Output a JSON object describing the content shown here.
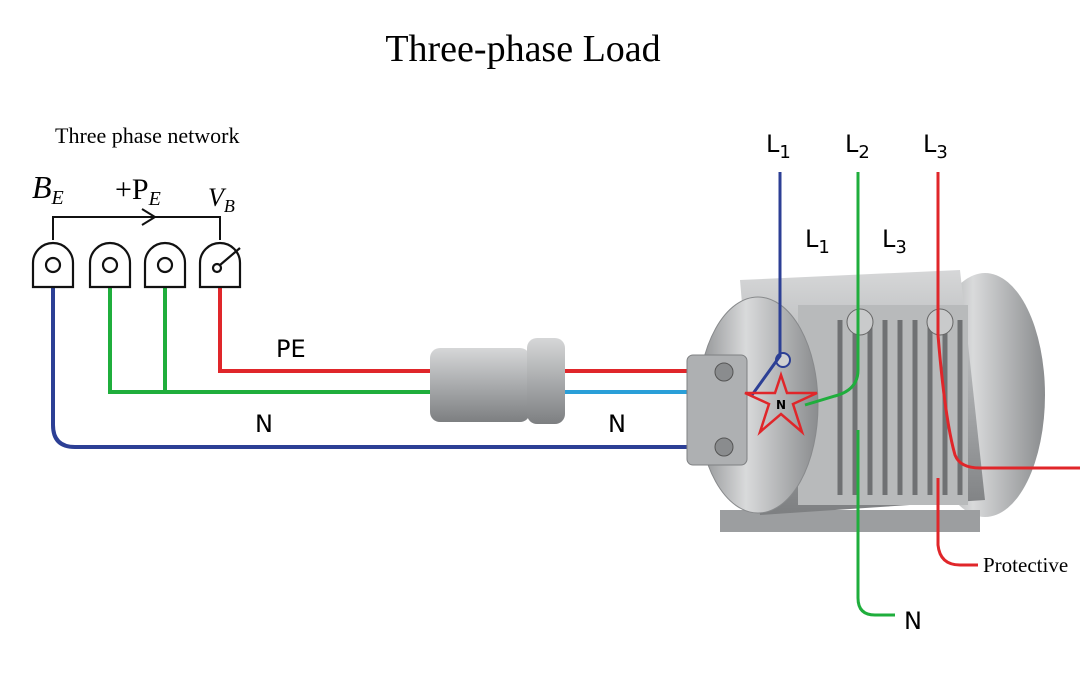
{
  "title": "Three-phase Load",
  "network": {
    "label": "Three phase network",
    "symbols": {
      "b": "B",
      "b_sub": "E",
      "p": "+P",
      "p_sub": "E",
      "v": "V",
      "v_sub": "B"
    }
  },
  "wire_labels": {
    "pe": "PE",
    "n_left": "N",
    "n_mid": "N",
    "n_bottom": "N",
    "star_n": "N",
    "protective": "Protective"
  },
  "phases": {
    "l1_top": "L",
    "l1_top_sub": "1",
    "l2_top": "L",
    "l2_top_sub": "2",
    "l3_top": "L",
    "l3_top_sub": "3",
    "l1_mid": "L",
    "l1_mid_sub": "1",
    "l3_mid": "L",
    "l3_mid_sub": "3"
  },
  "colors": {
    "blue": "#2c3f95",
    "green": "#1fae3c",
    "red": "#e0262a",
    "cyan": "#2a9fd8",
    "metal": "#a9abad"
  }
}
